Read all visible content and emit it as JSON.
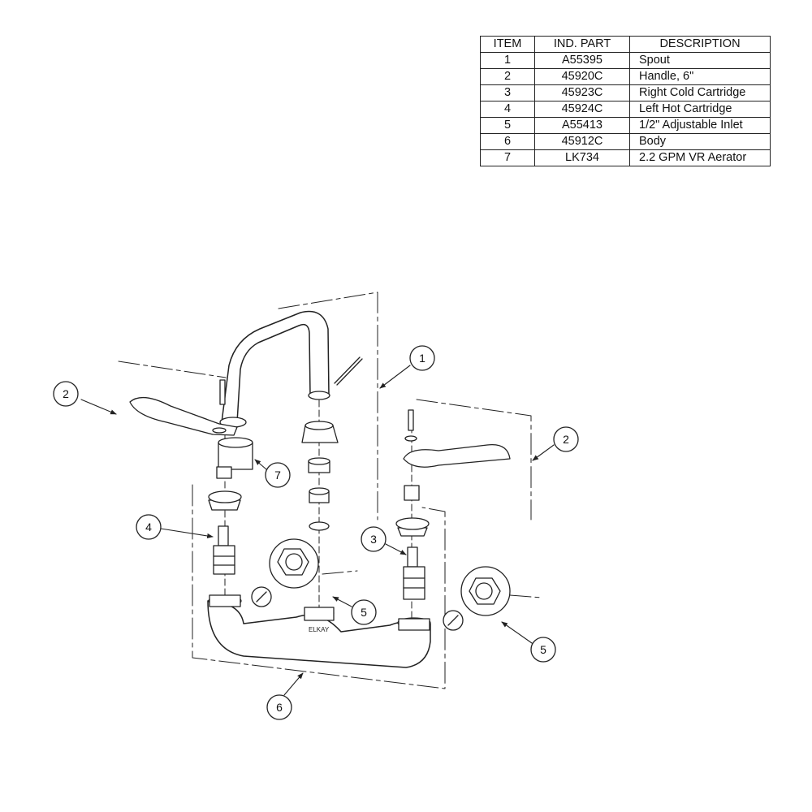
{
  "parts_table": {
    "headers": [
      "ITEM",
      "IND. PART",
      "DESCRIPTION"
    ],
    "rows": [
      {
        "item": "1",
        "part": "A55395",
        "description": "Spout"
      },
      {
        "item": "2",
        "part": "45920C",
        "description": "Handle, 6\""
      },
      {
        "item": "3",
        "part": "45923C",
        "description": "Right Cold Cartridge"
      },
      {
        "item": "4",
        "part": "45924C",
        "description": "Left Hot Cartridge"
      },
      {
        "item": "5",
        "part": "A55413",
        "description": "1/2\" Adjustable Inlet"
      },
      {
        "item": "6",
        "part": "45912C",
        "description": "Body"
      },
      {
        "item": "7",
        "part": "LK734",
        "description": "2.2 GPM VR Aerator"
      }
    ]
  },
  "diagram": {
    "body_imprint": "ELKAY",
    "callouts": [
      "1",
      "2",
      "2",
      "3",
      "4",
      "5",
      "5",
      "6",
      "7"
    ]
  }
}
